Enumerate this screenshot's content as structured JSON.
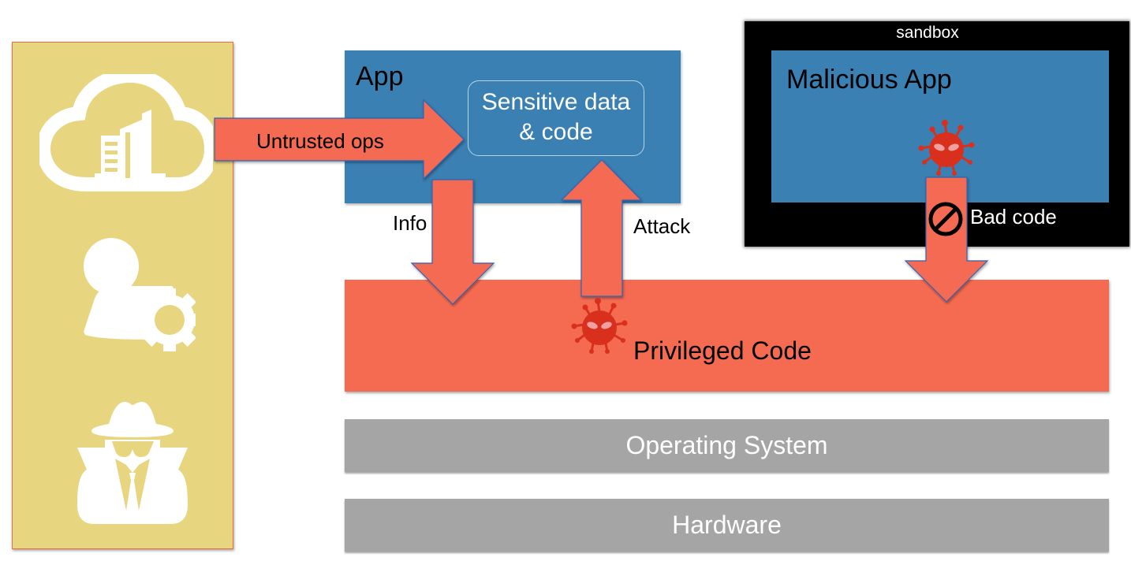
{
  "actors": {
    "icons": [
      "cloud-building-icon",
      "user-gear-icon",
      "spy-icon"
    ]
  },
  "app": {
    "title": "App",
    "sensitive_box": {
      "line1": "Sensitive data",
      "line2": "& code"
    }
  },
  "sandbox": {
    "label": "sandbox",
    "app_title": "Malicious App"
  },
  "layers": {
    "privileged": "Privileged Code",
    "os": "Operating System",
    "hardware": "Hardware"
  },
  "arrows": {
    "untrusted": "Untrusted ops",
    "info": "Info",
    "attack": "Attack",
    "bad_code": "Bad code"
  },
  "colors": {
    "actor_panel": "#e8d580",
    "app_blue": "#3a80b2",
    "arrow_red": "#f56b52",
    "virus_red": "#d9301e",
    "layer_gray": "#a5a5a5",
    "sandbox_black": "#000000"
  }
}
